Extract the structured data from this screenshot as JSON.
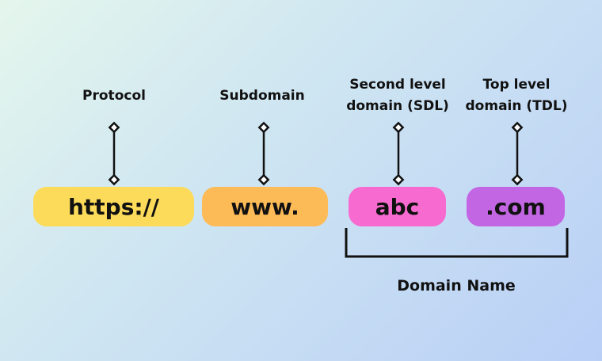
{
  "labels": {
    "protocol": "Protocol",
    "subdomain": "Subdomain",
    "sld_line1": "Second level",
    "sld_line2": "domain (SDL)",
    "tld_line1": "Top level",
    "tld_line2": "domain (TDL)"
  },
  "parts": {
    "protocol": "https://",
    "subdomain": "www.",
    "sld": "abc",
    "tld": ".com"
  },
  "domain_name_label": "Domain Name",
  "colors": {
    "protocol": "#fddb5a",
    "subdomain": "#fdbb57",
    "sld": "#f76bd0",
    "tld": "#c366e3"
  }
}
